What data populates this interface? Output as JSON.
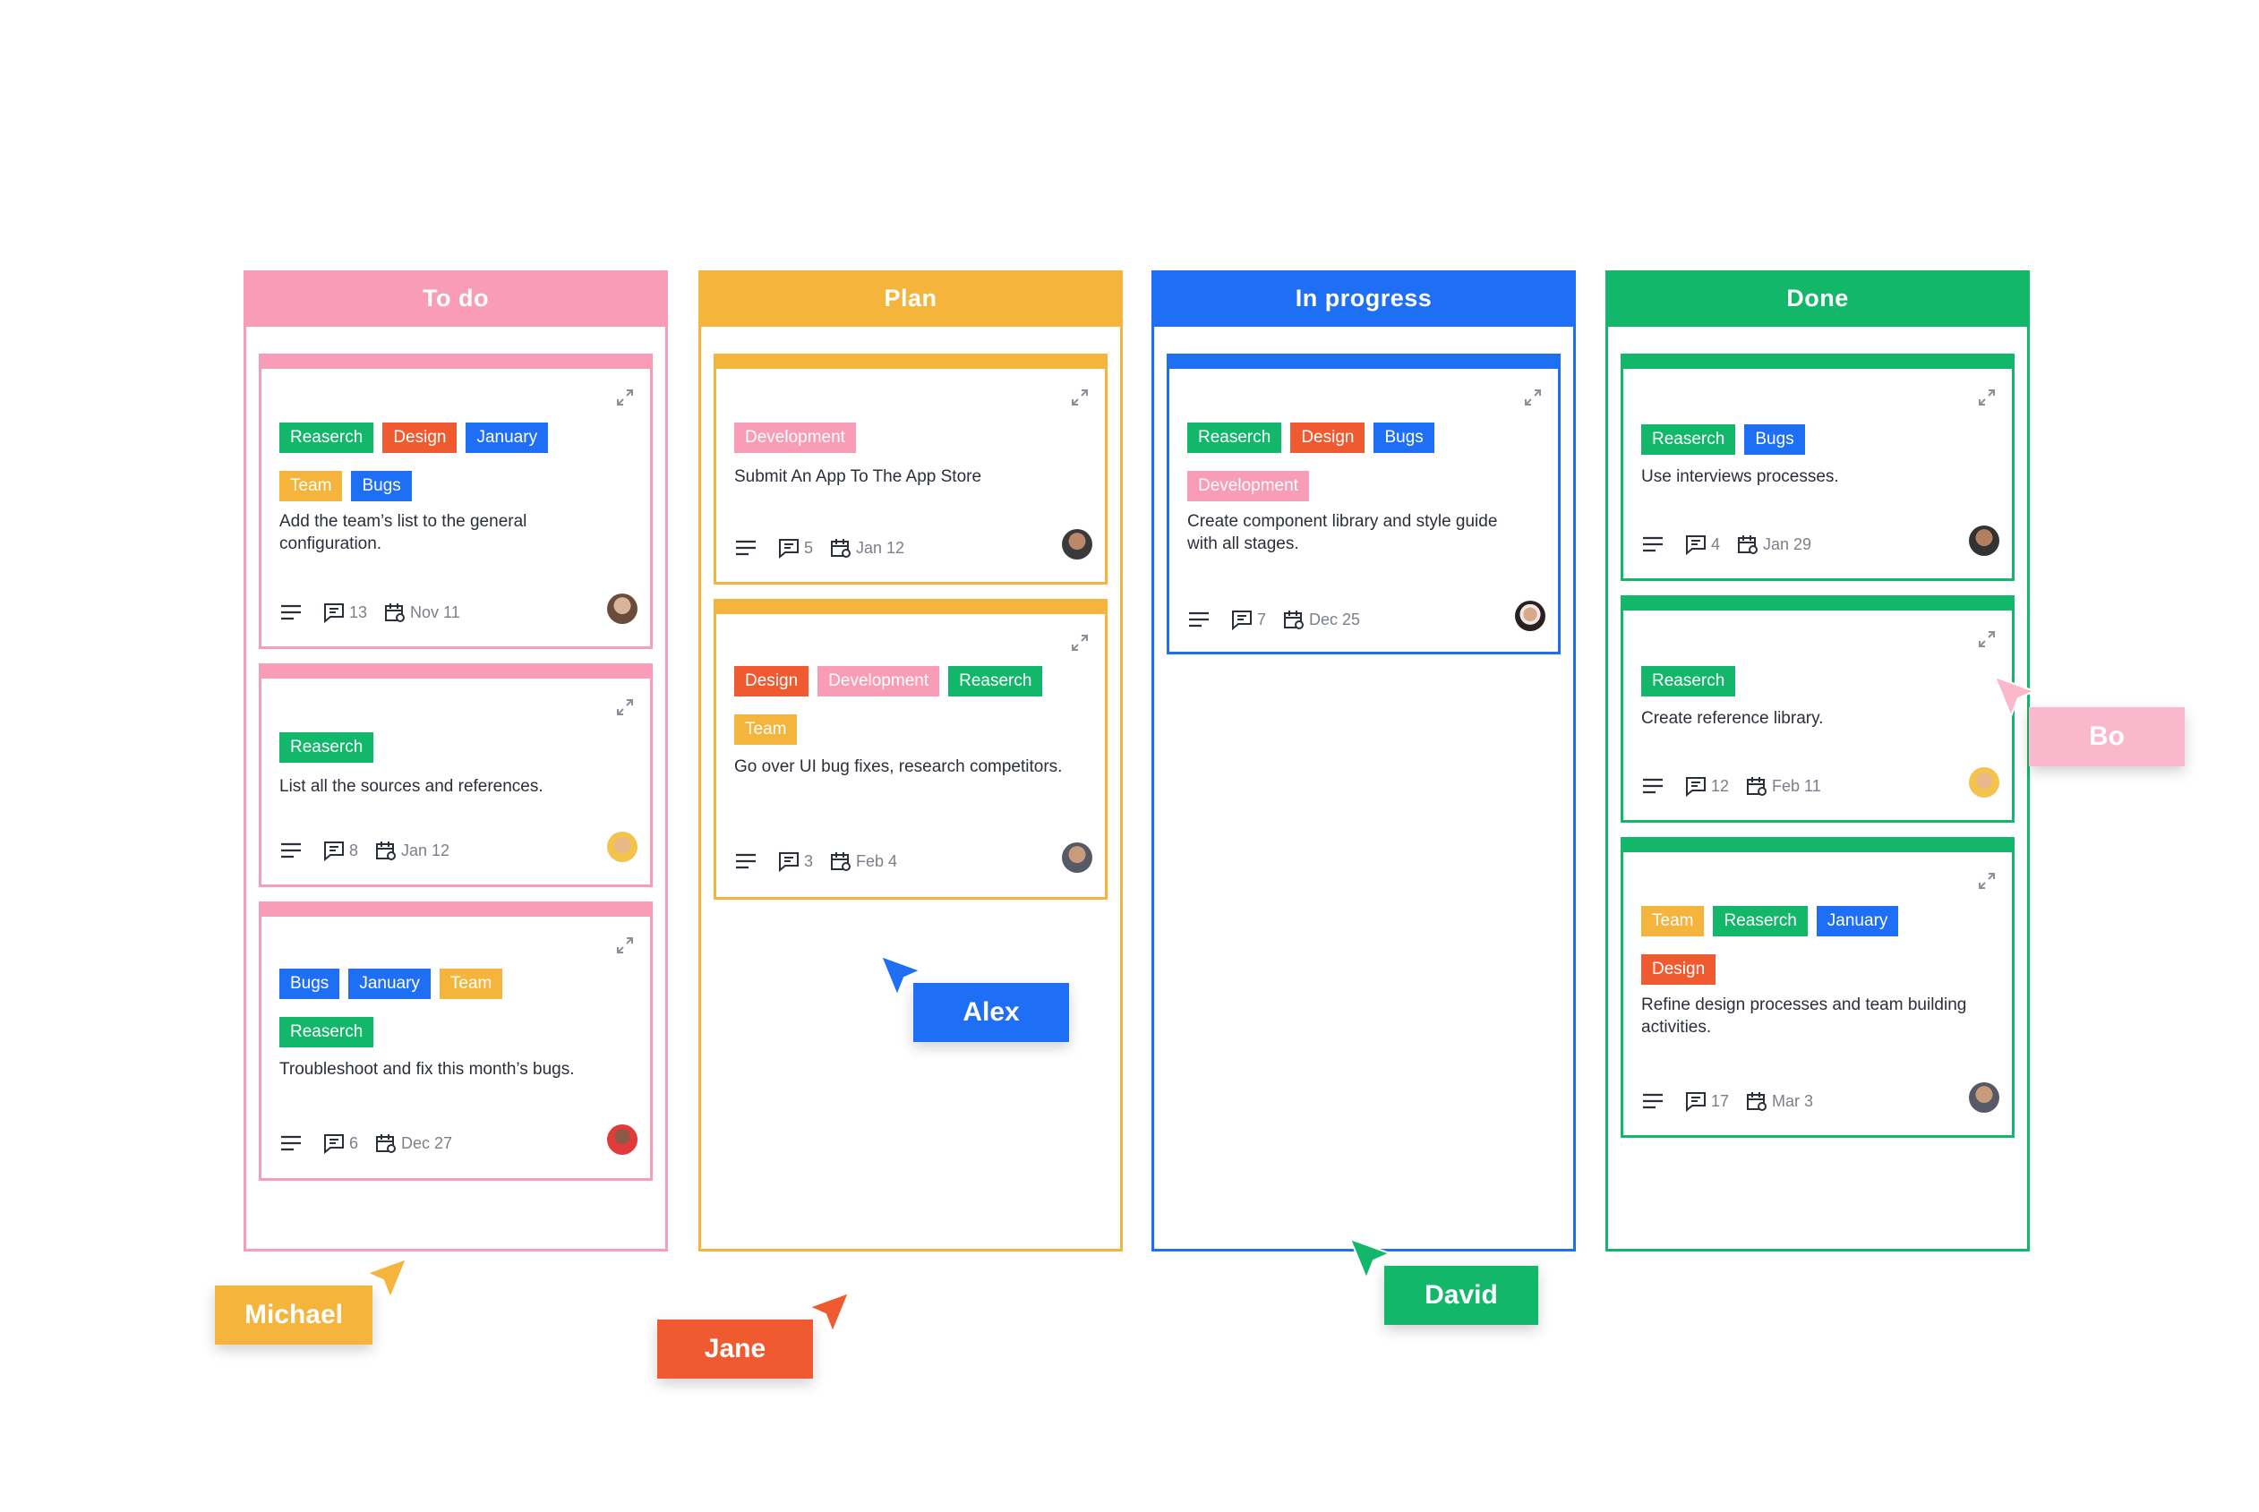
{
  "colors": {
    "pink": "#F99CB8",
    "orange": "#F5B43C",
    "blue": "#1E6FF5",
    "green": "#12B76A",
    "red": "#F05A30",
    "tag_research": "#12B76A",
    "tag_design": "#F05A30",
    "tag_january": "#1E6FF5",
    "tag_team": "#F5B43C",
    "tag_bugs": "#1E6FF5",
    "tag_development": "#F99CB8"
  },
  "columns": [
    {
      "title": "To do",
      "cards": [
        {
          "tags": [
            "Reaserch",
            "Design",
            "January",
            "Team",
            "Bugs"
          ],
          "text": "Add the team’s list to the general configuration.",
          "comments": "13",
          "date": "Nov 11"
        },
        {
          "tags": [
            "Reaserch"
          ],
          "text": "List all the sources and references.",
          "comments": "8",
          "date": "Jan 12"
        },
        {
          "tags": [
            "Bugs",
            "January",
            "Team",
            "Reaserch"
          ],
          "text": "Troubleshoot and fix this month’s bugs.",
          "comments": "6",
          "date": "Dec 27"
        }
      ]
    },
    {
      "title": "Plan",
      "cards": [
        {
          "tags": [
            "Development"
          ],
          "text": "Submit An App To The App Store",
          "comments": "5",
          "date": "Jan 12"
        },
        {
          "tags": [
            "Design",
            "Development",
            "Reaserch",
            "Team"
          ],
          "text": "Go over UI bug fixes, research competitors.",
          "comments": "3",
          "date": "Feb 4"
        }
      ]
    },
    {
      "title": "In progress",
      "cards": [
        {
          "tags": [
            "Reaserch",
            "Design",
            "Bugs",
            "Development"
          ],
          "text": "Create component library and style guide with all stages.",
          "comments": "7",
          "date": "Dec 25"
        }
      ]
    },
    {
      "title": "Done",
      "cards": [
        {
          "tags": [
            "Reaserch",
            "Bugs"
          ],
          "text": "Use interviews processes.",
          "comments": "4",
          "date": "Jan 29"
        },
        {
          "tags": [
            "Reaserch"
          ],
          "text": "Create reference library.",
          "comments": "12",
          "date": "Feb 11"
        },
        {
          "tags": [
            "Team",
            "Reaserch",
            "January",
            "Design"
          ],
          "text": "Refine design processes and team building activities.",
          "comments": "17",
          "date": "Mar 3"
        }
      ]
    }
  ],
  "collaborators": [
    {
      "name": "Michael",
      "color": "#F5B43C"
    },
    {
      "name": "Jane",
      "color": "#F05A30"
    },
    {
      "name": "Alex",
      "color": "#1E6FF5"
    },
    {
      "name": "David",
      "color": "#12B76A"
    },
    {
      "name": "Bo",
      "color": "#F9B8CC"
    }
  ]
}
